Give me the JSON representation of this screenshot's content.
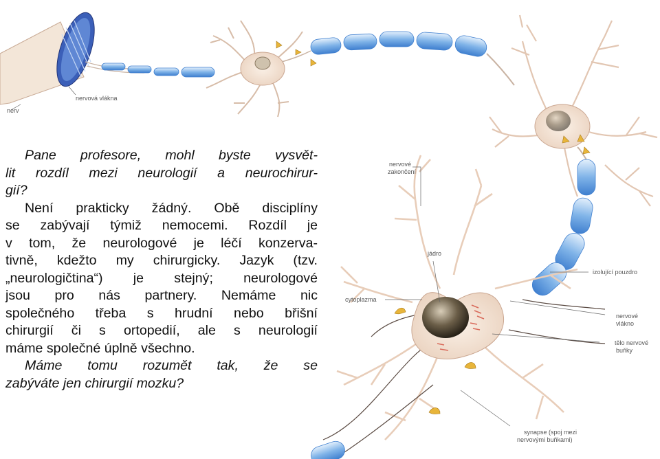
{
  "labels": {
    "nerv": "nerv",
    "nervova_vlakna": "nervová vlákna",
    "nervove_zakonceni": [
      "nervové",
      "zakončení"
    ],
    "jadro": "jádro",
    "cytoplazma": "cytoplazma",
    "izolujici_pouzdro": "izolující pouzdro",
    "nervove_vlakno": [
      "nervové",
      "vlákno"
    ],
    "telo_nervove_bunky": [
      "tělo nervové",
      "buňky"
    ],
    "synapse": [
      "synapse (spoj mezi",
      "nervovými buňkami)"
    ]
  },
  "article": {
    "question1": [
      "Pane profesore, mohl byste vysvět-",
      "lit rozdíl mezi neurologií a neurochirur-",
      "gií?"
    ],
    "answer1": [
      "Není prakticky žádný. Obě disciplíny",
      "se zabývají týmiž nemocemi. Rozdíl je",
      "v tom, že neurologové je léčí konzerva-",
      "tivně, kdežto my chirurgicky. Jazyk (tzv.",
      "„neurologičtina“) je stejný; neurologové",
      "jsou pro nás  partnery. Nemáme nic",
      "společného třeba s hrudní nebo břišní",
      "chirurgií či s ortopedií, ale s neurologií",
      "máme společné úplně všechno."
    ],
    "question2": [
      "Máme tomu rozumět tak, že se",
      "zabýváte jen chirurgií mozku?"
    ]
  },
  "colors": {
    "myelin": "#5b9bde",
    "myelin_light": "#cfe2f8",
    "cell_body": "#f2dfd0",
    "cell_outline": "#b58f7a",
    "nucleus": "#2a2318",
    "synapse": "#e8b53a"
  }
}
